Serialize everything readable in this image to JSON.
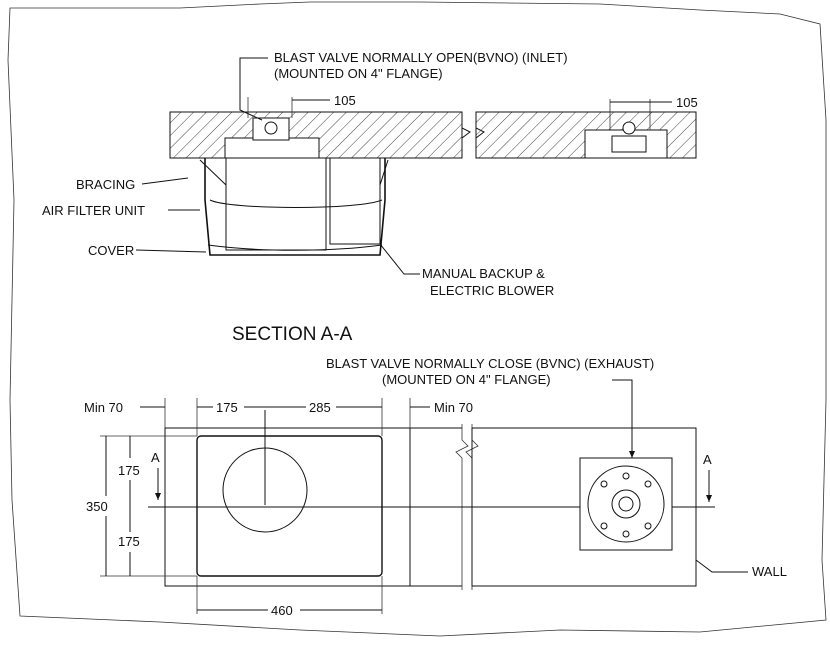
{
  "labels": {
    "bvno_line1": "BLAST VALVE NORMALLY OPEN(BVNO) (INLET)",
    "bvno_line2": "(MOUNTED ON 4\" FLANGE)",
    "dim_105_left": "105",
    "dim_105_right": "105",
    "bracing": "BRACING",
    "air_filter_unit": "AIR FILTER UNIT",
    "cover": "COVER",
    "blower_line1": "MANUAL BACKUP &",
    "blower_line2": "ELECTRIC BLOWER",
    "section_title": "SECTION A-A",
    "bvnc_line1": "BLAST VALVE NORMALLY CLOSE (BVNC) (EXHAUST)",
    "bvnc_line2": "(MOUNTED ON 4\" FLANGE)",
    "dim_min70_left": "Min 70",
    "dim_175_top": "175",
    "dim_285": "285",
    "dim_min70_right": "Min 70",
    "dim_175_upper": "175",
    "dim_350": "350",
    "dim_175_lower": "175",
    "dim_460": "460",
    "section_mark_left": "A",
    "section_mark_right": "A",
    "wall": "WALL"
  },
  "colors": {
    "line": "#111111",
    "hatch": "#444444",
    "paper": "#ffffff"
  }
}
